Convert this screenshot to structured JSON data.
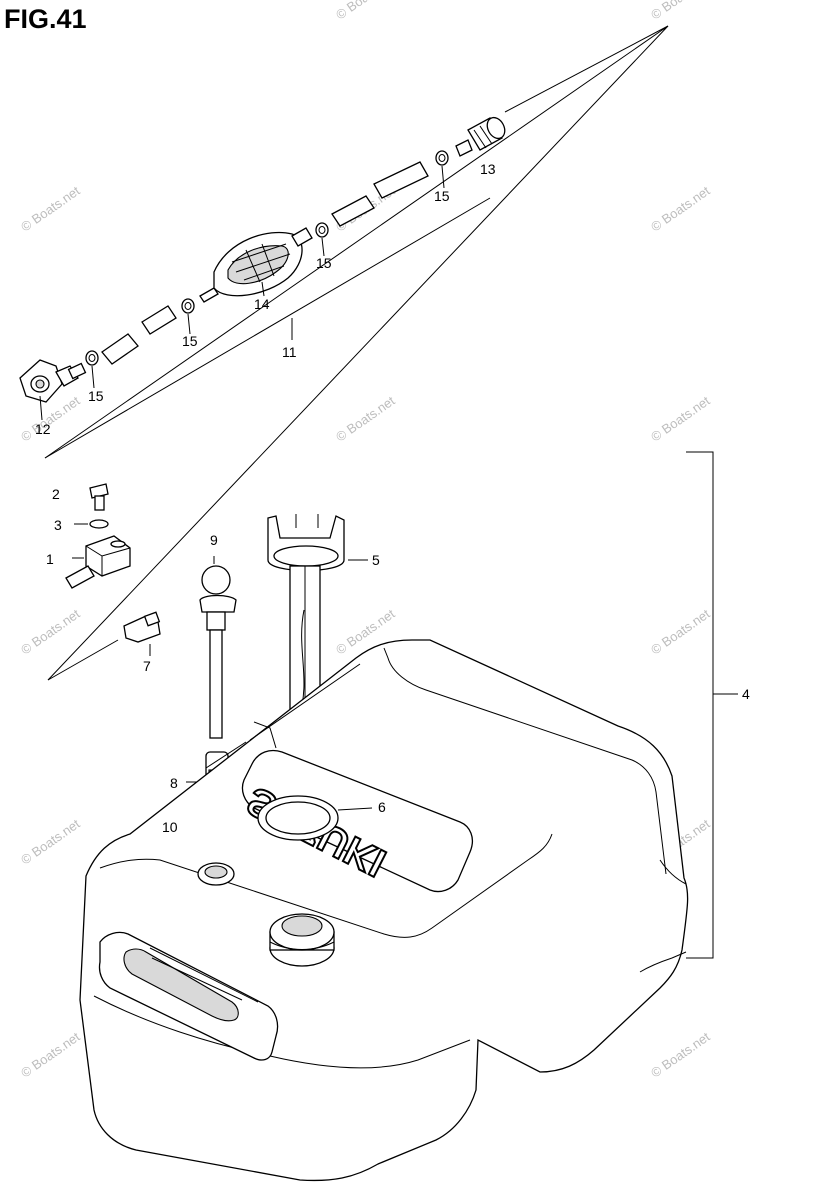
{
  "figure": {
    "title": "FIG.41"
  },
  "callouts": [
    {
      "id": "c1",
      "label": "1"
    },
    {
      "id": "c2",
      "label": "2"
    },
    {
      "id": "c3",
      "label": "3"
    },
    {
      "id": "c4",
      "label": "4"
    },
    {
      "id": "c5",
      "label": "5"
    },
    {
      "id": "c6",
      "label": "6"
    },
    {
      "id": "c7",
      "label": "7"
    },
    {
      "id": "c8",
      "label": "8"
    },
    {
      "id": "c9",
      "label": "9"
    },
    {
      "id": "c10",
      "label": "10"
    },
    {
      "id": "c11",
      "label": "11"
    },
    {
      "id": "c12",
      "label": "12"
    },
    {
      "id": "c13",
      "label": "13"
    },
    {
      "id": "c14",
      "label": "14"
    },
    {
      "id": "c15a",
      "label": "15"
    },
    {
      "id": "c15b",
      "label": "15"
    },
    {
      "id": "c15c",
      "label": "15"
    },
    {
      "id": "c15d",
      "label": "15"
    }
  ],
  "tank_brand": "SUZUKI",
  "watermark": "© Boats.net"
}
